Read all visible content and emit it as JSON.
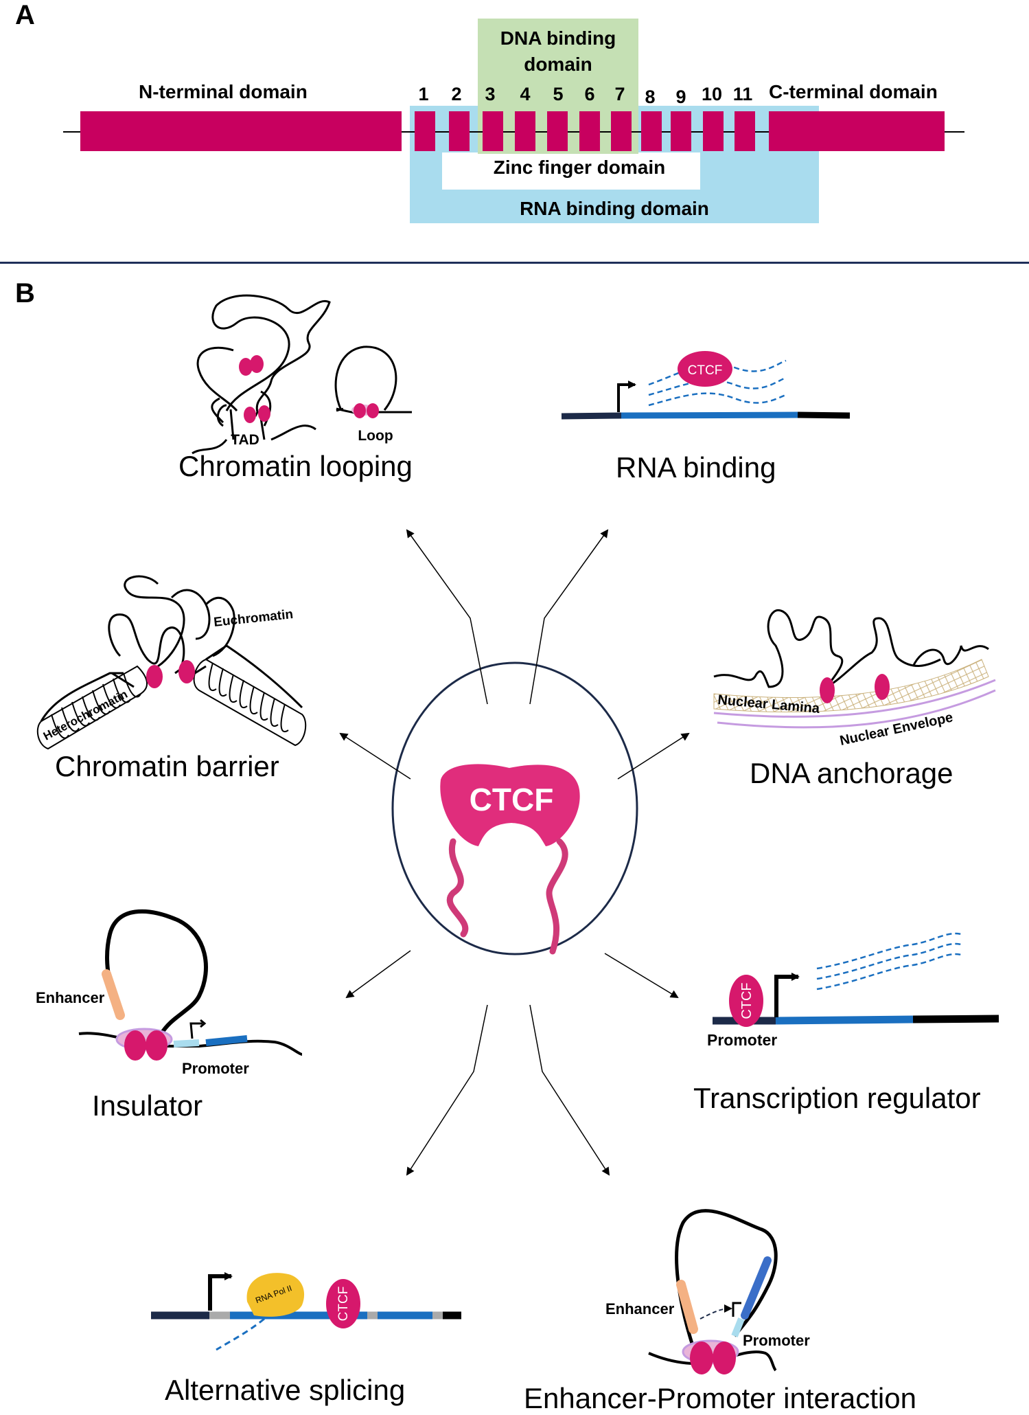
{
  "panel_a": {
    "letter": "A",
    "n_terminal": "N-terminal domain",
    "c_terminal": "C-terminal domain",
    "dna_binding_line1": "DNA binding",
    "dna_binding_line2": "domain",
    "zinc_finger": "Zinc finger domain",
    "rna_binding": "RNA binding domain",
    "finger_numbers": [
      "1",
      "2",
      "3",
      "4",
      "5",
      "6",
      "7",
      "8",
      "9",
      "10",
      "11"
    ],
    "colors": {
      "domain": "#c8005f",
      "dna_box": "#c5e0b4",
      "rna_box": "#a9dcee"
    }
  },
  "panel_b": {
    "letter": "B",
    "center_label": "CTCF",
    "functions": {
      "chromatin_looping": "Chromatin looping",
      "rna_binding": "RNA binding",
      "chromatin_barrier": "Chromatin barrier",
      "dna_anchorage": "DNA anchorage",
      "insulator": "Insulator",
      "transcription_regulator": "Transcription regulator",
      "alternative_splicing": "Alternative splicing",
      "enhancer_promoter": "Enhancer-Promoter interaction"
    },
    "sub_labels": {
      "tad": "TAD",
      "loop": "Loop",
      "euchromatin": "Euchromatin",
      "heterochromatin": "Heterochromatin",
      "nuclear_lamina": "Nuclear Lamina",
      "nuclear_envelope": "Nuclear Envelope",
      "enhancer": "Enhancer",
      "promoter": "Promoter",
      "rna_pol": "RNA Pol II",
      "ctcf": "CTCF"
    },
    "colors": {
      "ctcf": "#d6186c",
      "dna_blue": "#1a6fc0",
      "dna_dark": "#1c2a48"
    }
  }
}
